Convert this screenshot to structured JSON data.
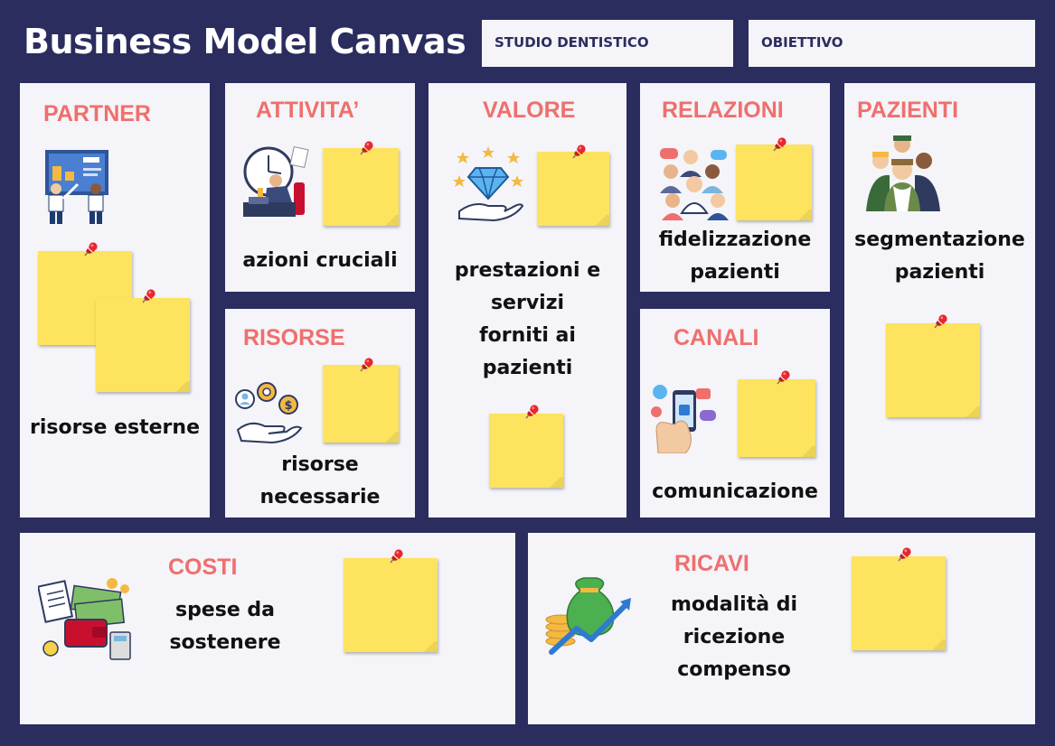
{
  "header": {
    "title": "Business Model Canvas",
    "field_1": "STUDIO DENTISTICO",
    "field_2": "OBIETTIVO"
  },
  "panels": {
    "partner": {
      "title": "PARTNER",
      "desc": [
        "risorse esterne"
      ]
    },
    "attivita": {
      "title": "ATTIVITA’",
      "desc": [
        "azioni cruciali"
      ]
    },
    "risorse": {
      "title": "RISORSE",
      "desc": [
        "risorse",
        "necessarie"
      ]
    },
    "valore": {
      "title": "VALORE",
      "desc": [
        "prestazioni e",
        "servizi",
        "forniti ai",
        "pazienti"
      ]
    },
    "relazioni": {
      "title": "RELAZIONI",
      "desc": [
        "fidelizzazione",
        "pazienti"
      ]
    },
    "canali": {
      "title": "CANALI",
      "desc": [
        "comunicazione"
      ]
    },
    "pazienti": {
      "title": "PAZIENTI",
      "desc": [
        "segmentazione",
        "pazienti"
      ]
    },
    "costi": {
      "title": "COSTI",
      "desc": [
        "spese da",
        "sostenere"
      ]
    },
    "ricavi": {
      "title": "RICAVI",
      "desc": [
        "modalità di",
        "ricezione",
        "compenso"
      ]
    }
  },
  "colors": {
    "background": "#2b2d5e",
    "panel": "#f4f4f9",
    "title_accent": "#ef6f6c",
    "sticky_note": "#fde35e",
    "pin": "#e8262d"
  },
  "icons": [
    "presentation-meeting-icon",
    "time-pressure-worker-icon",
    "resources-hand-icon",
    "diamond-hand-icon",
    "customer-relations-icon",
    "smartphone-social-icon",
    "patients-group-icon",
    "expenses-icon",
    "money-bag-growth-icon",
    "pushpin-icon"
  ]
}
